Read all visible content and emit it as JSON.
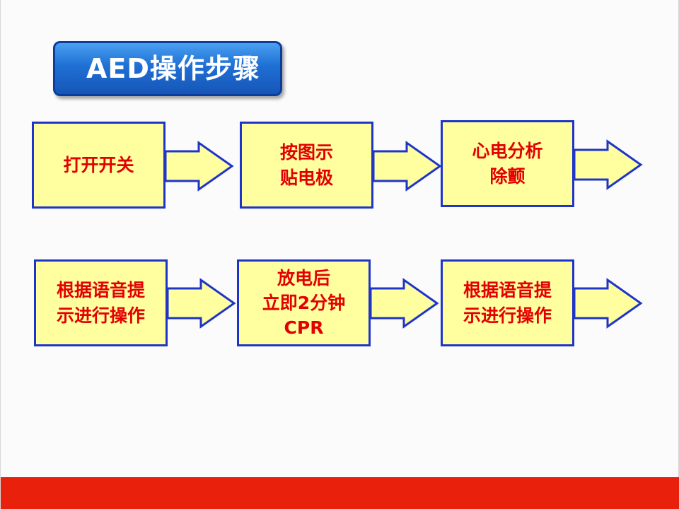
{
  "slide": {
    "title": "AED操作步骤"
  },
  "steps": [
    {
      "lines": [
        "打开开关"
      ]
    },
    {
      "lines": [
        "按图示",
        "贴电极"
      ]
    },
    {
      "lines": [
        "心电分析",
        "除颤"
      ]
    },
    {
      "lines": [
        "根据语音提",
        "示进行操作"
      ]
    },
    {
      "lines": [
        "放电后",
        "立即2分钟",
        "CPR"
      ]
    },
    {
      "lines": [
        "根据语音提",
        "示进行操作"
      ]
    }
  ],
  "colors": {
    "box_fill": "#ffffa0",
    "box_border": "#1f35c8",
    "step_text": "#e30000",
    "title_bg": "#1f6fd4",
    "footer": "#e8200c"
  }
}
